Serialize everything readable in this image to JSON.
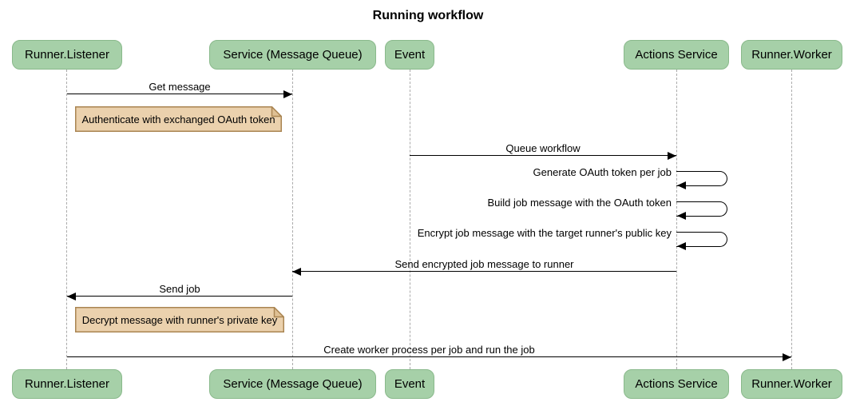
{
  "title": "Running workflow",
  "colors": {
    "bg": "#ffffff",
    "actor_fill": "#a6d0a8",
    "actor_border": "#89b98b",
    "note_fill": "#ebd1ad",
    "note_border": "#aa8552",
    "note_fold": "#dfc094",
    "lifeline": "#aaaaaa",
    "line": "#000000",
    "text": "#000000"
  },
  "participants": [
    {
      "label": "Runner.Listener"
    },
    {
      "label": "Service (Message Queue)"
    },
    {
      "label": "Event"
    },
    {
      "label": "Actions Service"
    },
    {
      "label": "Runner.Worker"
    }
  ],
  "messages": [
    {
      "label": "Get message",
      "from": "Runner.Listener",
      "to": "Service (Message Queue)",
      "kind": "arrow-right"
    },
    {
      "label": "Queue workflow",
      "from": "Event",
      "to": "Actions Service",
      "kind": "arrow-right"
    },
    {
      "label": "Generate OAuth token per job",
      "from": "Actions Service",
      "to": "Actions Service",
      "kind": "self-loop"
    },
    {
      "label": "Build job message with the OAuth token",
      "from": "Actions Service",
      "to": "Actions Service",
      "kind": "self-loop"
    },
    {
      "label": "Encrypt job message with the target runner's public key",
      "from": "Actions Service",
      "to": "Actions Service",
      "kind": "self-loop"
    },
    {
      "label": "Send encrypted job message to runner",
      "from": "Actions Service",
      "to": "Service (Message Queue)",
      "kind": "arrow-left"
    },
    {
      "label": "Send job",
      "from": "Service (Message Queue)",
      "to": "Runner.Listener",
      "kind": "arrow-left"
    },
    {
      "label": "Create worker process per job and run the job",
      "from": "Runner.Listener",
      "to": "Runner.Worker",
      "kind": "arrow-right"
    }
  ],
  "notes": [
    {
      "label": "Authenticate with exchanged OAuth token"
    },
    {
      "label": "Decrypt message with runner's private key"
    }
  ]
}
